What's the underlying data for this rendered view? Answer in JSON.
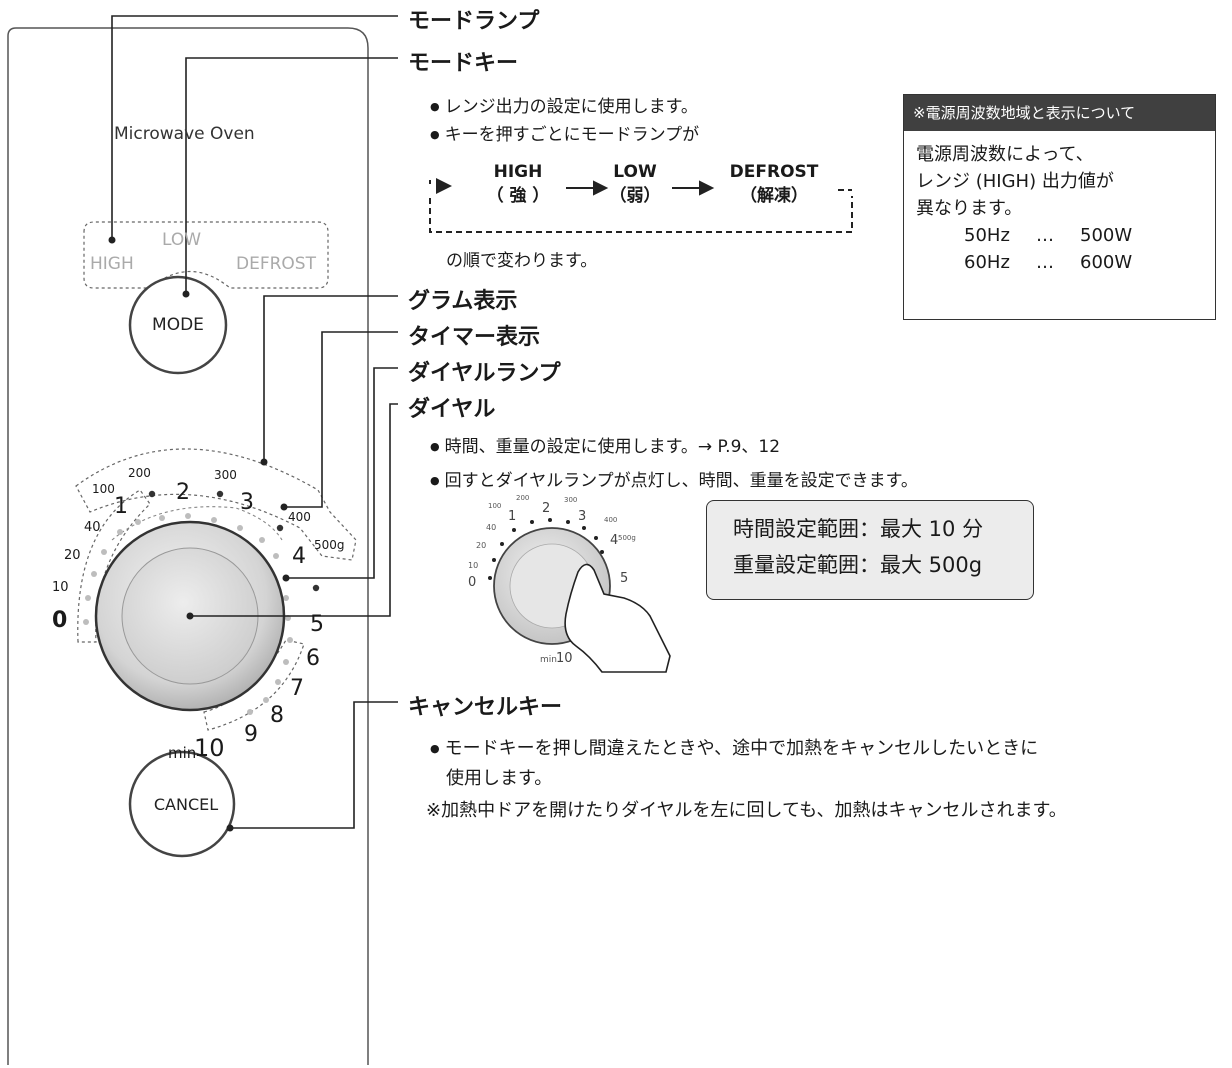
{
  "panel": {
    "brand": "Microwave Oven",
    "mode_lamps": [
      "HIGH",
      "LOW",
      "DEFROST"
    ],
    "mode_button": "MODE",
    "cancel_button": "CANCEL",
    "gram_marks": [
      "100",
      "200",
      "300",
      "400",
      "500g"
    ],
    "outer_time_marks": [
      "0",
      "10",
      "20",
      "40"
    ],
    "dial_numbers": [
      "1",
      "2",
      "3",
      "4",
      "5",
      "6",
      "7",
      "8",
      "9",
      "10"
    ],
    "min_label": "min"
  },
  "callouts": {
    "mode_lamp": "モードランプ",
    "mode_key": "モードキー",
    "gram_display": "グラム表示",
    "timer_display": "タイマー表示",
    "dial_lamp": "ダイヤルランプ",
    "dial": "ダイヤル",
    "cancel_key": "キャンセルキー"
  },
  "mode_key_desc": {
    "b1": "レンジ出力の設定に使用します。",
    "b2": "キーを押すごとにモードランプが",
    "sequence": [
      {
        "name": "HIGH",
        "jp": "（ 強 ）"
      },
      {
        "name": "LOW",
        "jp": "（弱）"
      },
      {
        "name": "DEFROST",
        "jp": "（解凍）"
      }
    ],
    "after": "の順で変わります。"
  },
  "dial_desc": {
    "b1": "時間、重量の設定に使用します。→ P.9、12",
    "b2": "回すとダイヤルランプが点灯し、時間、重量を設定できます。"
  },
  "range_box": {
    "time": "時間設定範囲：最大 10 分",
    "weight": "重量設定範囲：最大 500g"
  },
  "freq_note": {
    "title": "※電源周波数地域と表示について",
    "line1": "電源周波数によって、",
    "line2": "レンジ (HIGH) 出力値が",
    "line3": "異なります。",
    "rows": [
      {
        "hz": "50Hz",
        "sep": "…",
        "watt": "500W"
      },
      {
        "hz": "60Hz",
        "sep": "…",
        "watt": "600W"
      }
    ]
  },
  "cancel_desc": {
    "b1": "モードキーを押し間違えたときや、途中で加熱をキャンセルしたいときに",
    "b1_cont": "使用します。",
    "note": "※加熱中ドアを開けたりダイヤルを左に回しても、加熱はキャンセルされます。"
  },
  "mini_dial": {
    "gram_marks": [
      "100",
      "200",
      "300",
      "400",
      "500g"
    ],
    "outer_time_marks": [
      "10",
      "20",
      "40"
    ],
    "numbers": [
      "0",
      "1",
      "2",
      "3",
      "4",
      "5",
      "10"
    ],
    "min_label": "min"
  }
}
